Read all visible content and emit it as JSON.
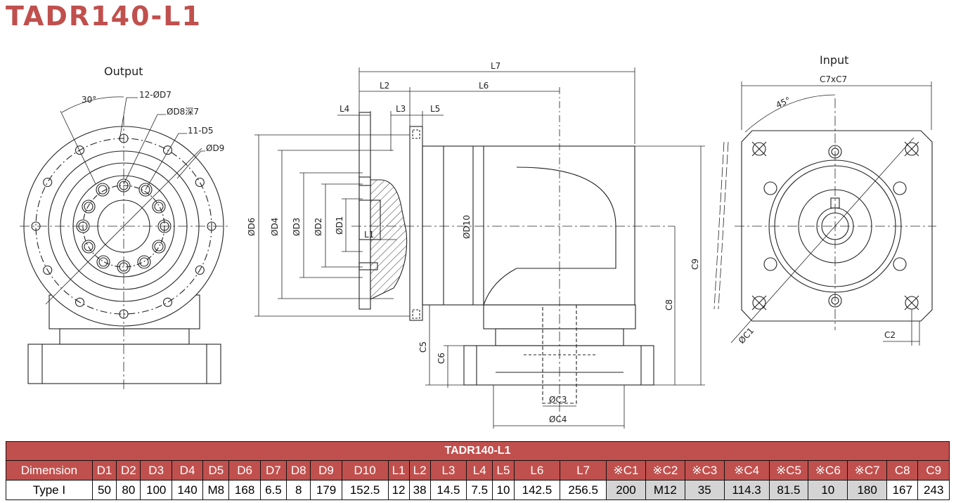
{
  "page": {
    "title": "TADR140-L1"
  },
  "drawing": {
    "views": {
      "output_label": "Output",
      "input_label": "Input"
    },
    "output_callouts": {
      "angle": "30°",
      "d7": "12-ØD7",
      "d8": "ØD8深7",
      "d5": "11-D5",
      "d9": "ØD9"
    },
    "side_dims": {
      "l7": "L7",
      "l2": "L2",
      "l6": "L6",
      "l4": "L4",
      "l3": "L3",
      "l5": "L5",
      "d6": "ØD6",
      "d4": "ØD4",
      "d3": "ØD3",
      "d2": "ØD2",
      "d1": "ØD1",
      "l1": "L1",
      "d10": "ØD10",
      "c5": "C5",
      "c6": "C6",
      "c3": "ØC3",
      "c4": "ØC4",
      "c8": "C8",
      "c9": "C9"
    },
    "input_dims": {
      "c7": "C7xC7",
      "angle": "45°",
      "c1": "ØC1",
      "c2": "C2"
    }
  },
  "spec_table": {
    "title": "TADR140-L1",
    "columns": [
      "Dimension",
      "D1",
      "D2",
      "D3",
      "D4",
      "D5",
      "D6",
      "D7",
      "D8",
      "D9",
      "D10",
      "L1",
      "L2",
      "L3",
      "L4",
      "L5",
      "L6",
      "L7",
      "※C1",
      "※C2",
      "※C3",
      "※C4",
      "※C5",
      "※C6",
      "※C7",
      "C8",
      "C9"
    ],
    "rows": [
      {
        "cells": [
          "Type I",
          "50",
          "80",
          "100",
          "140",
          "M8",
          "168",
          "6.5",
          "8",
          "179",
          "152.5",
          "12",
          "38",
          "14.5",
          "7.5",
          "10",
          "142.5",
          "256.5",
          "200",
          "M12",
          "35",
          "114.3",
          "81.5",
          "10",
          "180",
          "167",
          "243"
        ],
        "highlighted": [
          false,
          false,
          false,
          false,
          false,
          false,
          false,
          false,
          false,
          false,
          false,
          false,
          false,
          false,
          false,
          false,
          false,
          false,
          true,
          true,
          true,
          true,
          true,
          true,
          true,
          false,
          false
        ]
      }
    ],
    "colors": {
      "header_bg": "#c0504d",
      "header_fg": "#ffffff",
      "highlight_bg": "#d4d4d4"
    }
  }
}
